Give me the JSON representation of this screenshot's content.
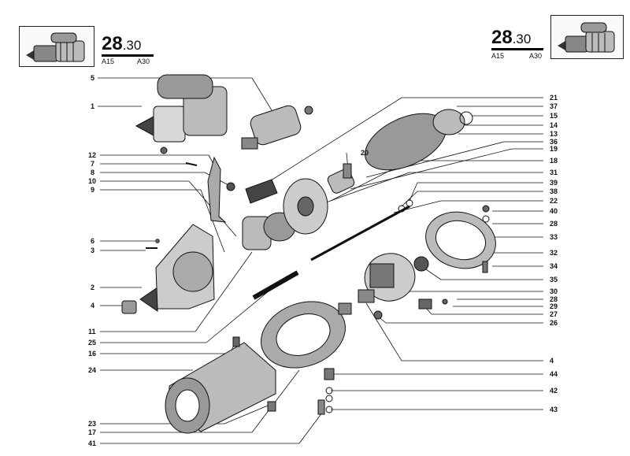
{
  "header": {
    "left": {
      "page_main": "28",
      "page_sub": ".30",
      "variant_a": "A15",
      "variant_b": "A30"
    },
    "right": {
      "page_main": "28",
      "page_sub": ".30",
      "variant_a": "A15",
      "variant_b": "A30"
    }
  },
  "callouts": {
    "c5": "5",
    "c1": "1",
    "c12": "12",
    "c7": "7",
    "c8": "8",
    "c10": "10",
    "c9": "9",
    "c6": "6",
    "c3": "3",
    "c2": "2",
    "c4l": "4",
    "c11": "11",
    "c25": "25",
    "c16": "16",
    "c24": "24",
    "c23": "23",
    "c17": "17",
    "c41": "41",
    "c20": "20",
    "c21": "21",
    "c37": "37",
    "c15": "15",
    "c14": "14",
    "c13": "13",
    "c36": "36",
    "c19": "19",
    "c18": "18",
    "c31": "31",
    "c39": "39",
    "c38": "38",
    "c22": "22",
    "c40": "40",
    "c28a": "28",
    "c33": "33",
    "c32": "32",
    "c34": "34",
    "c35": "35",
    "c30": "30",
    "c28b": "28",
    "c29": "29",
    "c27": "27",
    "c26": "26",
    "c4r": "4",
    "c44": "44",
    "c42": "42",
    "c43": "43"
  },
  "colors": {
    "ink": "#111111",
    "paper": "#ffffff"
  }
}
